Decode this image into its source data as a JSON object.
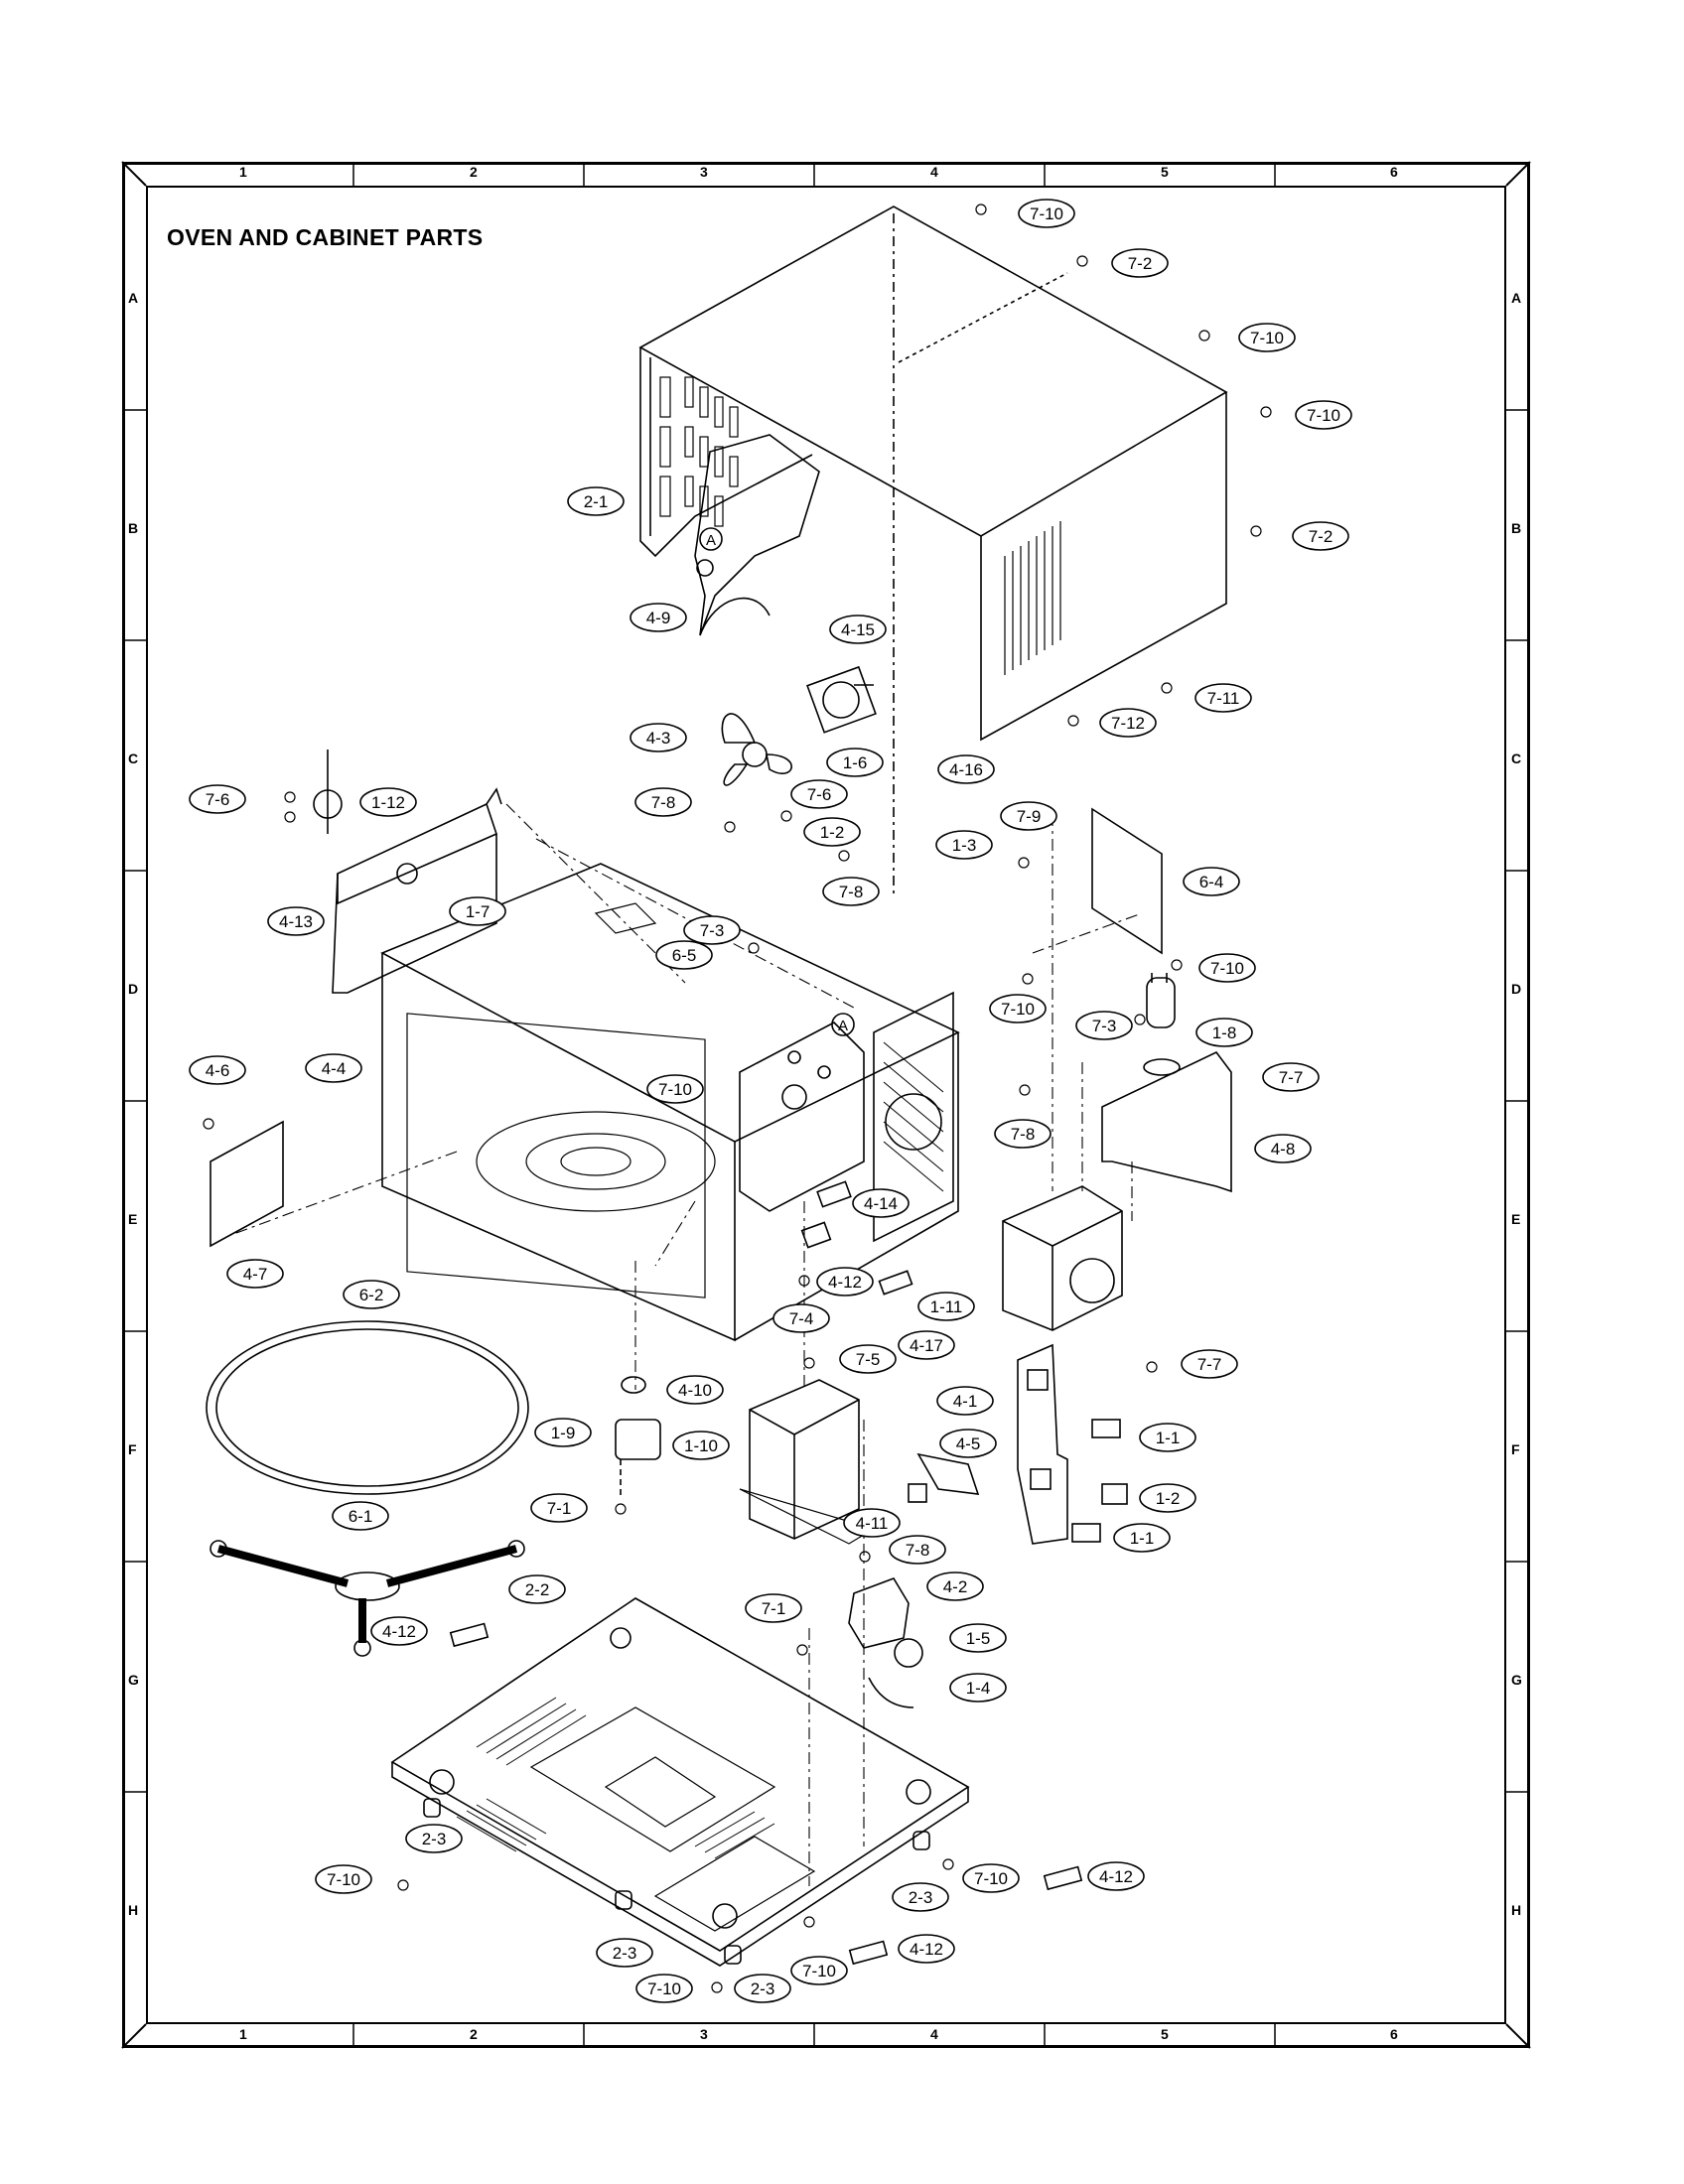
{
  "title": "OVEN AND CABINET PARTS",
  "columns": [
    "1",
    "2",
    "3",
    "4",
    "5",
    "6"
  ],
  "rows": [
    "A",
    "B",
    "C",
    "D",
    "E",
    "F",
    "G",
    "H"
  ],
  "parts": [
    {
      "id": "p-7-10-a",
      "label": "7-10"
    },
    {
      "id": "p-7-2-a",
      "label": "7-2"
    },
    {
      "id": "p-7-10-b",
      "label": "7-10"
    },
    {
      "id": "p-7-10-c",
      "label": "7-10"
    },
    {
      "id": "p-2-1",
      "label": "2-1"
    },
    {
      "id": "p-7-2-b",
      "label": "7-2"
    },
    {
      "id": "p-4-9",
      "label": "4-9"
    },
    {
      "id": "p-4-15",
      "label": "4-15"
    },
    {
      "id": "p-7-11",
      "label": "7-11"
    },
    {
      "id": "p-4-3",
      "label": "4-3"
    },
    {
      "id": "p-7-12",
      "label": "7-12"
    },
    {
      "id": "p-1-6",
      "label": "1-6"
    },
    {
      "id": "p-4-16",
      "label": "4-16"
    },
    {
      "id": "p-7-6-a",
      "label": "7-6"
    },
    {
      "id": "p-1-12",
      "label": "1-12"
    },
    {
      "id": "p-7-8-a",
      "label": "7-8"
    },
    {
      "id": "p-7-6-b",
      "label": "7-6"
    },
    {
      "id": "p-7-9",
      "label": "7-9"
    },
    {
      "id": "p-1-2-a",
      "label": "1-2"
    },
    {
      "id": "p-1-3",
      "label": "1-3"
    },
    {
      "id": "p-6-4",
      "label": "6-4"
    },
    {
      "id": "p-4-13",
      "label": "4-13"
    },
    {
      "id": "p-1-7",
      "label": "1-7"
    },
    {
      "id": "p-7-8-b",
      "label": "7-8"
    },
    {
      "id": "p-7-3-a",
      "label": "7-3"
    },
    {
      "id": "p-6-5",
      "label": "6-5"
    },
    {
      "id": "p-7-10-d",
      "label": "7-10"
    },
    {
      "id": "p-7-10-e",
      "label": "7-10"
    },
    {
      "id": "p-7-3-b",
      "label": "7-3"
    },
    {
      "id": "p-1-8",
      "label": "1-8"
    },
    {
      "id": "p-4-4",
      "label": "4-4"
    },
    {
      "id": "p-4-6",
      "label": "4-6"
    },
    {
      "id": "p-7-10-f",
      "label": "7-10"
    },
    {
      "id": "p-7-7-a",
      "label": "7-7"
    },
    {
      "id": "p-7-8-c",
      "label": "7-8"
    },
    {
      "id": "p-4-8",
      "label": "4-8"
    },
    {
      "id": "p-4-14",
      "label": "4-14"
    },
    {
      "id": "p-4-12-a",
      "label": "4-12"
    },
    {
      "id": "p-4-7",
      "label": "4-7"
    },
    {
      "id": "p-7-4",
      "label": "7-4"
    },
    {
      "id": "p-1-11",
      "label": "1-11"
    },
    {
      "id": "p-4-17",
      "label": "4-17"
    },
    {
      "id": "p-6-2",
      "label": "6-2"
    },
    {
      "id": "p-7-5",
      "label": "7-5"
    },
    {
      "id": "p-7-7-b",
      "label": "7-7"
    },
    {
      "id": "p-4-10",
      "label": "4-10"
    },
    {
      "id": "p-4-1",
      "label": "4-1"
    },
    {
      "id": "p-1-9",
      "label": "1-9"
    },
    {
      "id": "p-1-10",
      "label": "1-10"
    },
    {
      "id": "p-4-5",
      "label": "4-5"
    },
    {
      "id": "p-1-1-a",
      "label": "1-1"
    },
    {
      "id": "p-7-1-a",
      "label": "7-1"
    },
    {
      "id": "p-1-2-b",
      "label": "1-2"
    },
    {
      "id": "p-4-11",
      "label": "4-11"
    },
    {
      "id": "p-6-1",
      "label": "6-1"
    },
    {
      "id": "p-1-1-b",
      "label": "1-1"
    },
    {
      "id": "p-7-8-d",
      "label": "7-8"
    },
    {
      "id": "p-2-2",
      "label": "2-2"
    },
    {
      "id": "p-4-2",
      "label": "4-2"
    },
    {
      "id": "p-7-1-b",
      "label": "7-1"
    },
    {
      "id": "p-4-12-b",
      "label": "4-12"
    },
    {
      "id": "p-1-5",
      "label": "1-5"
    },
    {
      "id": "p-1-4",
      "label": "1-4"
    },
    {
      "id": "p-2-3-a",
      "label": "2-3"
    },
    {
      "id": "p-7-10-g",
      "label": "7-10"
    },
    {
      "id": "p-4-12-c",
      "label": "4-12"
    },
    {
      "id": "p-2-3-b",
      "label": "2-3"
    },
    {
      "id": "p-7-10-h",
      "label": "7-10"
    },
    {
      "id": "p-2-3-c",
      "label": "2-3"
    },
    {
      "id": "p-7-10-i",
      "label": "7-10"
    },
    {
      "id": "p-4-12-d",
      "label": "4-12"
    },
    {
      "id": "p-7-10-j",
      "label": "7-10"
    },
    {
      "id": "p-2-3-d",
      "label": "2-3"
    }
  ],
  "markers": [
    "A",
    "A"
  ]
}
